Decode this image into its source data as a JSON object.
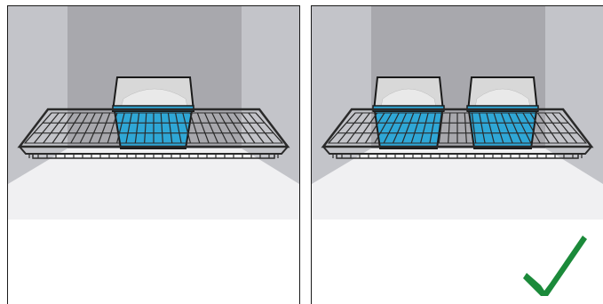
{
  "figure": {
    "panels": [
      {
        "id": "panel-left",
        "loaf_pans": 1,
        "marked_correct": false
      },
      {
        "id": "panel-right",
        "loaf_pans": 2,
        "marked_correct": true
      }
    ],
    "icons": [
      "oven-interior",
      "wire-rack",
      "loaf-pan",
      "checkmark-icon"
    ],
    "colors": {
      "oven_back": "#a8a8ad",
      "oven_side": "#c3c4c9",
      "oven_floor": "#f0f0f2",
      "pan_blue": "#2fa7d6",
      "dough": "#e9e9e9",
      "rack": "#2a2a2a",
      "check_green": "#1b8a3a"
    }
  }
}
